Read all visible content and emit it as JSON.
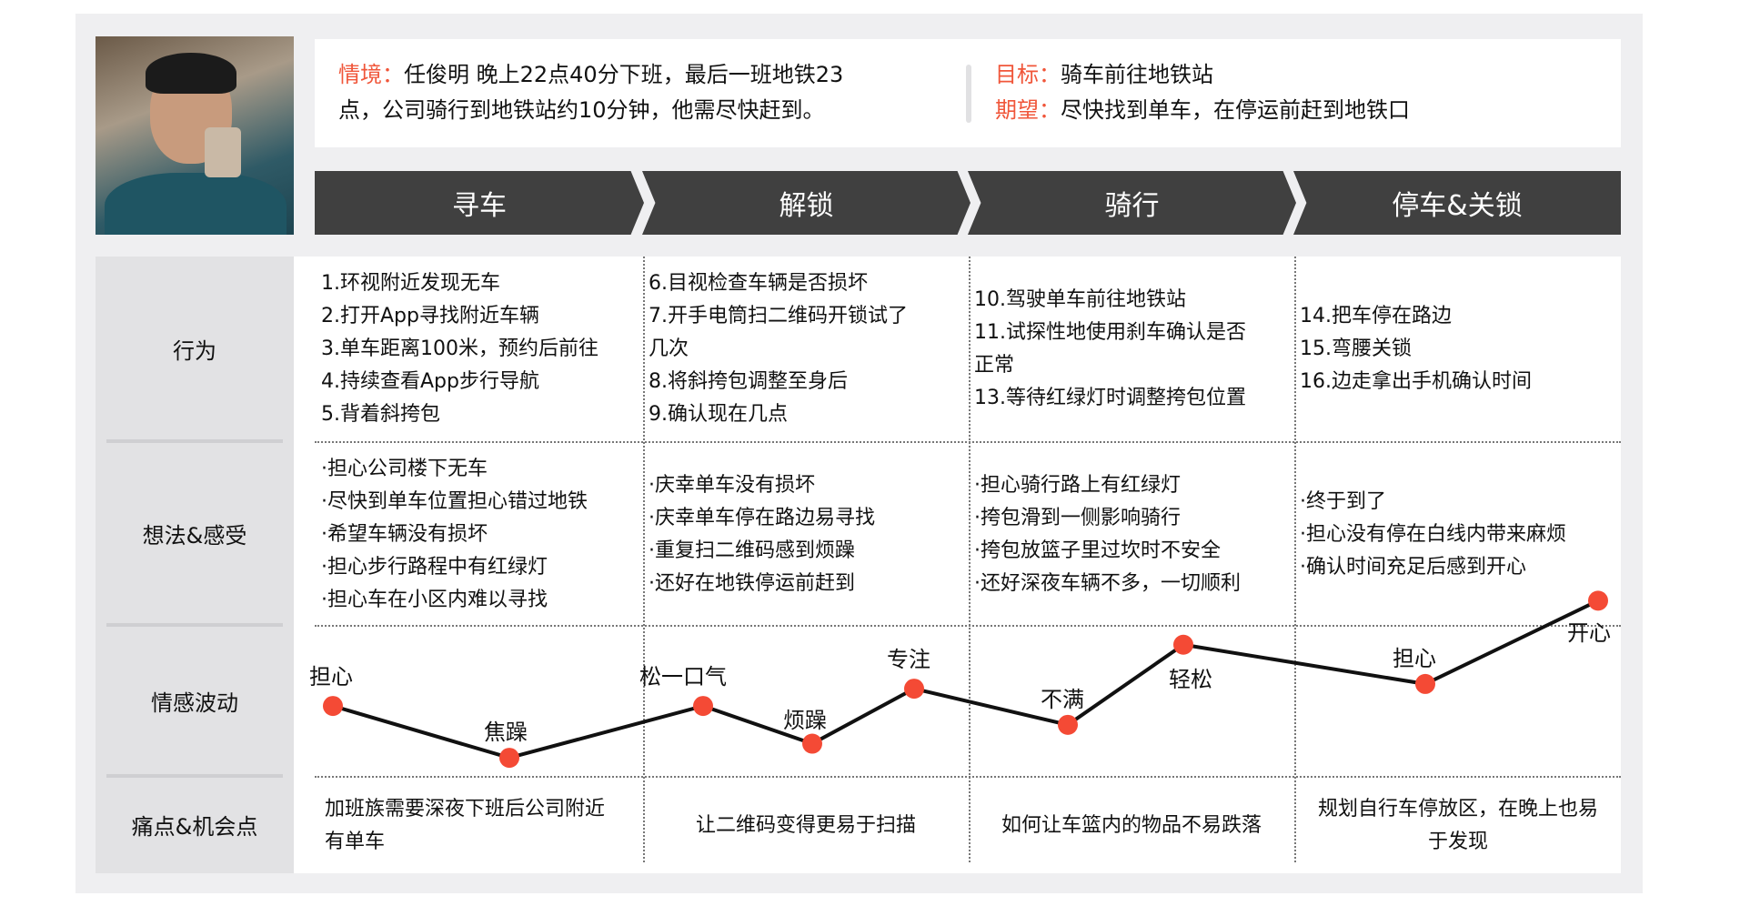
{
  "context": {
    "situation_key": "情境：",
    "situation_line1": "任俊明 晚上22点40分下班，最后一班地铁23",
    "situation_line2": "点，公司骑行到地铁站约10分钟，他需尽快赶到。",
    "goal_key": "目标：",
    "goal": "骑车前往地铁站",
    "expect_key": "期望：",
    "expect": "尽快找到单车，在停运前赶到地铁口"
  },
  "stages": [
    "寻车",
    "解锁",
    "骑行",
    "停车&关锁"
  ],
  "rows": [
    "行为",
    "想法&感受",
    "情感波动",
    "痛点&机会点"
  ],
  "behaviors": [
    "1.环视附近发现无车\n2.打开App寻找附近车辆\n3.单车距离100米，预约后前往\n4.持续查看App步行导航\n5.背着斜挎包",
    "6.目视检查车辆是否损坏\n7.开手电筒扫二维码开锁试了\n几次\n8.将斜挎包调整至身后\n9.确认现在几点",
    "10.驾驶单车前往地铁站\n11.试探性地使用刹车确认是否\n正常\n13.等待红绿灯时调整挎包位置",
    "14.把车停在路边\n15.弯腰关锁\n16.边走拿出手机确认时间"
  ],
  "thoughts": [
    "·担心公司楼下无车\n·尽快到单车位置担心错过地铁\n·希望车辆没有损坏\n·担心步行路程中有红绿灯\n·担心车在小区内难以寻找",
    "·庆幸单车没有损坏\n·庆幸单车停在路边易寻找\n·重复扫二维码感到烦躁\n·还好在地铁停运前赶到",
    "·担心骑行路上有红绿灯\n·挎包滑到一侧影响骑行\n·挎包放篮子里过坎时不安全\n·还好深夜车辆不多，一切顺利",
    "·终于到了\n·担心没有停在白线内带来麻烦\n·确认时间充足后感到开心"
  ],
  "pains": [
    "加班族需要深夜下班后公司附近有单车",
    "让二维码变得更易于扫描",
    "如何让车篮内的物品不易跌落",
    "规划自行车停放区，在晚上也易于发现"
  ],
  "chart_data": {
    "type": "line",
    "title": "情感波动",
    "categories": [
      "担心",
      "焦躁",
      "松一口气",
      "烦躁",
      "专注",
      "不满",
      "轻松",
      "担心",
      "开心"
    ],
    "values": [
      3.7,
      0.4,
      3.7,
      1.3,
      4.8,
      2.5,
      7.6,
      5.1,
      10.4
    ],
    "ylim": [
      0,
      11
    ],
    "colors": {
      "line": "#111111",
      "point": "#f44a35"
    }
  }
}
